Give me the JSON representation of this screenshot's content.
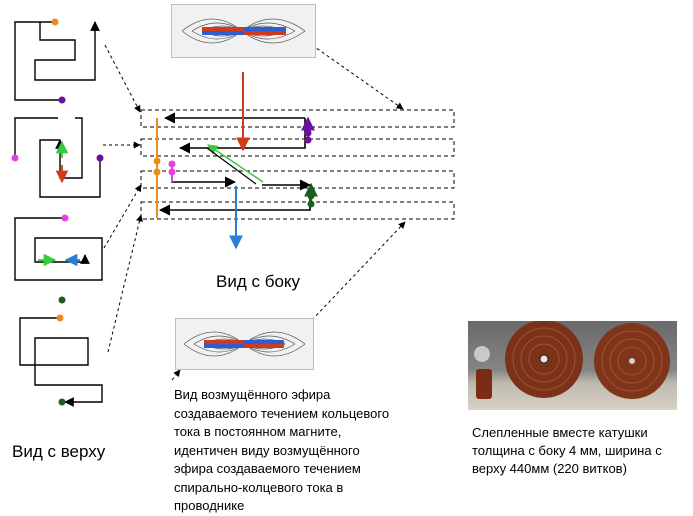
{
  "labels": {
    "side_view": "Вид с боку",
    "top_view": "Вид с верху"
  },
  "captions": {
    "field_caption_lines": [
      "Вид возмущённого эфира",
      "создаваемого течением кольцевого",
      "тока в постоянном магните,",
      "идентичен виду возмущённого",
      "эфира создаваемого течением",
      "спирально-колцевого тока в",
      "проводнике"
    ],
    "coil_caption_lines": [
      "Слепленные  вместе катушки",
      "толщина с боку 4 мм, ширина с",
      "верху 440мм (220 витков)"
    ]
  },
  "colors": {
    "orange": "#ee8a1c",
    "purple": "#6a0f9e",
    "magenta": "#e83fe0",
    "green": "#3cc83c",
    "dark_green": "#1b5e20",
    "red": "#d23b1a",
    "blue": "#2a7fd4",
    "copper": "#8a3b1c",
    "dashed_band": "#000000"
  },
  "images": {
    "field_pattern": "magnetic-field-lines-image",
    "coils": "copper-coils-photo"
  }
}
